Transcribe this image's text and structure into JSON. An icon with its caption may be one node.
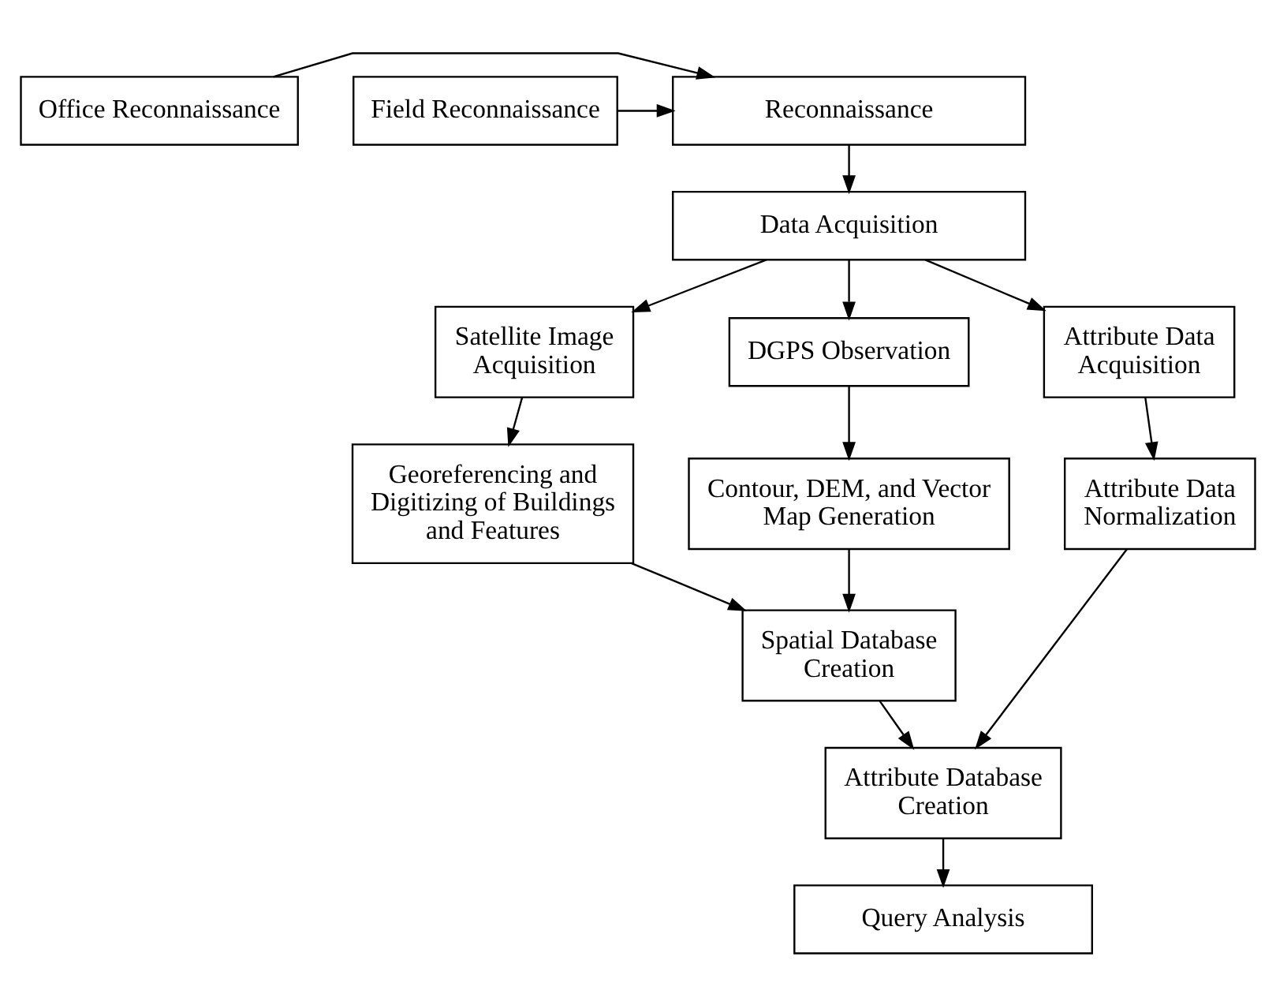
{
  "diagram": {
    "nodes": [
      {
        "text": [
          "Office Reconnaissance"
        ]
      },
      {
        "text": [
          "Reconnaissance"
        ]
      },
      {
        "text": [
          "Field Reconnaissance"
        ]
      },
      {
        "text": [
          "Data Acquisition"
        ]
      },
      {
        "text": [
          "Satellite Image Acquisition"
        ]
      },
      {
        "text": [
          "DGPS Observation"
        ]
      },
      {
        "text": [
          "Attribute Data Acquisition"
        ]
      },
      {
        "text": [
          "Georeferencing and Digitizing of Buildings and Features"
        ]
      },
      {
        "text": [
          "Contour, DEM, and Vector Map Generation"
        ]
      },
      {
        "text": [
          "Attribute Data Normalization"
        ]
      },
      {
        "text": [
          "Spatial Database Creation"
        ]
      },
      {
        "text": [
          "Attribute Database Creation"
        ]
      },
      {
        "text": [
          "Query Analysis"
        ]
      }
    ],
    "edges": [
      {
        "from": 0,
        "to": 1,
        "arrow": "to"
      },
      {
        "from": 2,
        "to": 1,
        "arrow": "to"
      },
      {
        "from": 1,
        "to": 3,
        "arrow": "to"
      },
      {
        "from": 3,
        "to": 4,
        "arrow": "to"
      },
      {
        "from": 3,
        "to": 5,
        "arrow": "to"
      },
      {
        "from": 3,
        "to": 6,
        "arrow": "to"
      },
      {
        "from": 4,
        "to": 7,
        "arrow": "to"
      },
      {
        "from": 5,
        "to": 8,
        "arrow": "to"
      },
      {
        "from": 6,
        "to": 9,
        "arrow": "to"
      },
      {
        "from": 7,
        "to": 10,
        "arrow": "to"
      },
      {
        "from": 8,
        "to": 10,
        "arrow": "to"
      },
      {
        "from": 10,
        "to": 11,
        "arrow": "to"
      },
      {
        "from": 9,
        "to": 11,
        "arrow": "to"
      },
      {
        "from": 11,
        "to": 12,
        "arrow": "to"
      }
    ]
  }
}
